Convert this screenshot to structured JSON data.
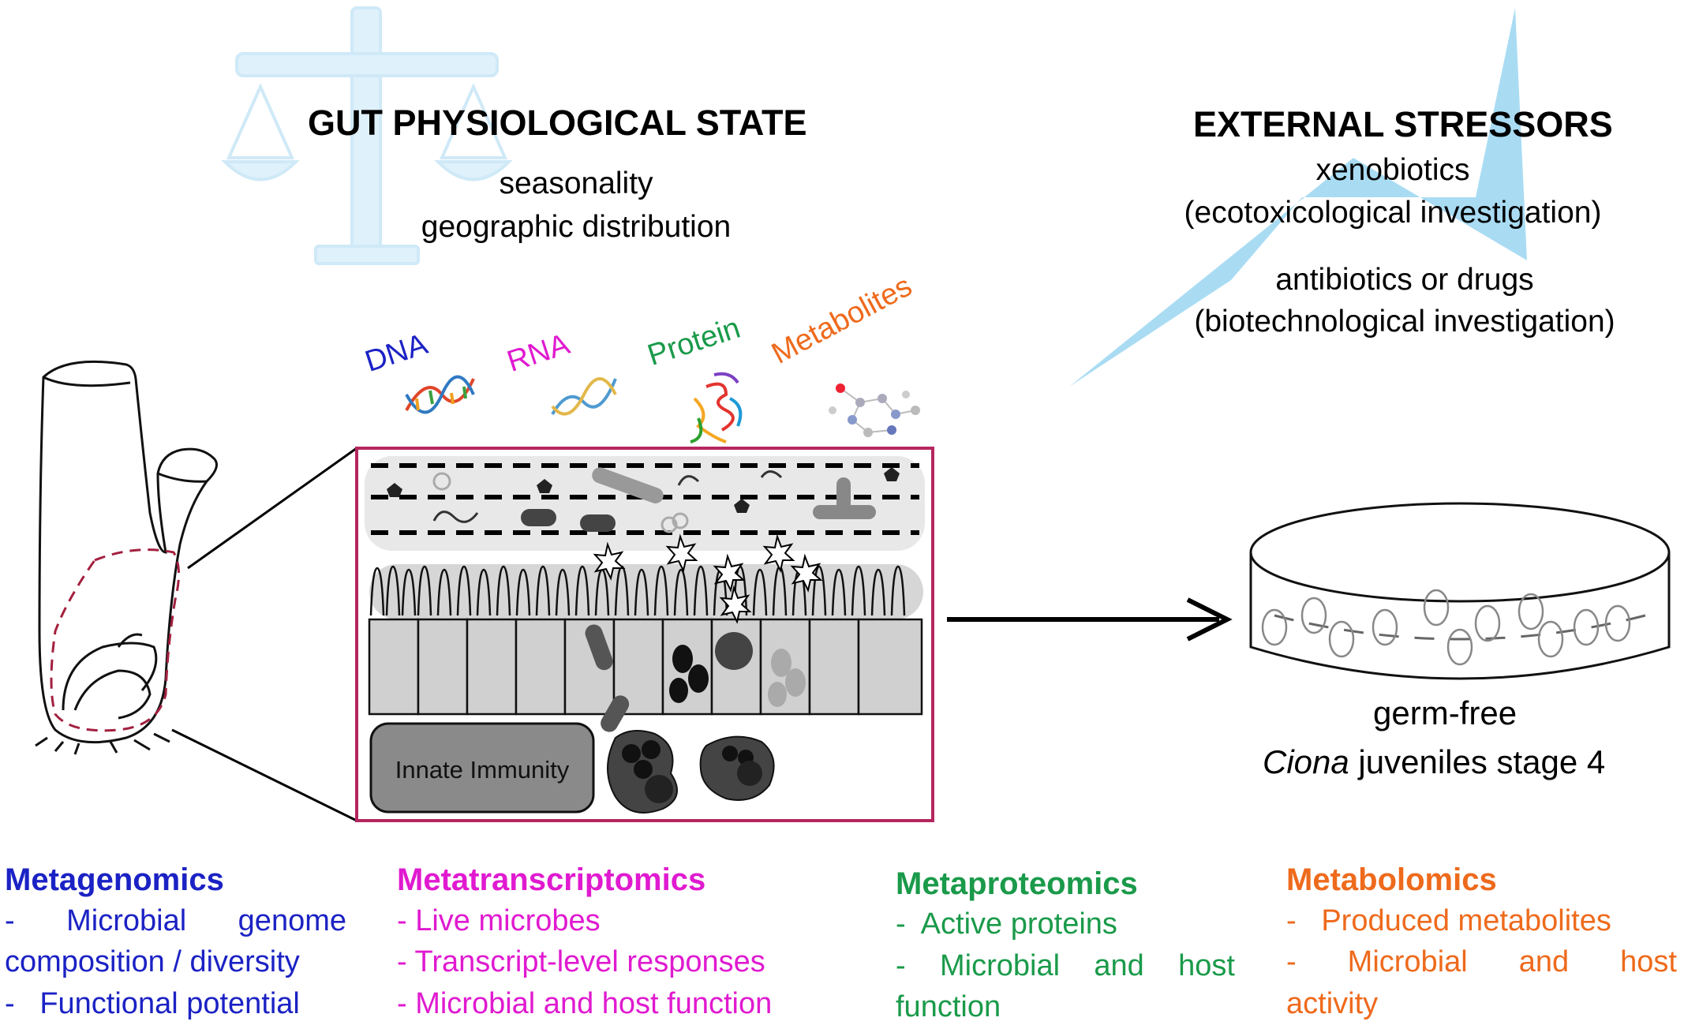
{
  "gut_state": {
    "title": "GUT PHYSIOLOGICAL STATE",
    "lines": [
      "seasonality",
      "geographic distribution"
    ]
  },
  "stressors": {
    "title": "EXTERNAL STRESSORS",
    "lines": [
      "xenobiotics",
      "(ecotoxicological investigation)",
      "antibiotics or drugs",
      "(biotechnological investigation)"
    ]
  },
  "molecules": {
    "dna": "DNA",
    "rna": "RNA",
    "protein": "Protein",
    "metabolites": "Metabolites"
  },
  "gut_panel": {
    "innate_immunity": "Innate Immunity"
  },
  "germ_free": {
    "line1": "germ-free",
    "species": "Ciona",
    "line2_rest": " juveniles stage 4"
  },
  "omics": {
    "metagenomics": {
      "title": "Metagenomics",
      "l1a": "-",
      "l1b": "Microbial",
      "l1c": "genome",
      "l2": "composition / diversity",
      "l3": "-   Functional potential"
    },
    "metatranscriptomics": {
      "title": "Metatranscriptomics",
      "l1": "- Live microbes",
      "l2": "- Transcript-level responses",
      "l3": "- Microbial and host function"
    },
    "metaproteomics": {
      "title": "Metaproteomics",
      "l1": "-  Active proteins",
      "l2a": "-",
      "l2b": "Microbial",
      "l2c": "and",
      "l2d": "host",
      "l3": "function"
    },
    "metabolomics": {
      "title": "Metabolomics",
      "l1": "-   Produced metabolites",
      "l2a": "-",
      "l2b": "Microbial",
      "l2c": "and",
      "l2d": "host",
      "l3": "activity"
    }
  },
  "colors": {
    "metagenomics": "#1b22c4",
    "metatranscriptomics": "#e01ad0",
    "metaproteomics": "#1a9a4a",
    "metabolomics": "#ee6a1c",
    "panel_border": "#b5265f",
    "accent_light_blue": "#a9dcf3",
    "dashed_outline": "#a3203f"
  }
}
